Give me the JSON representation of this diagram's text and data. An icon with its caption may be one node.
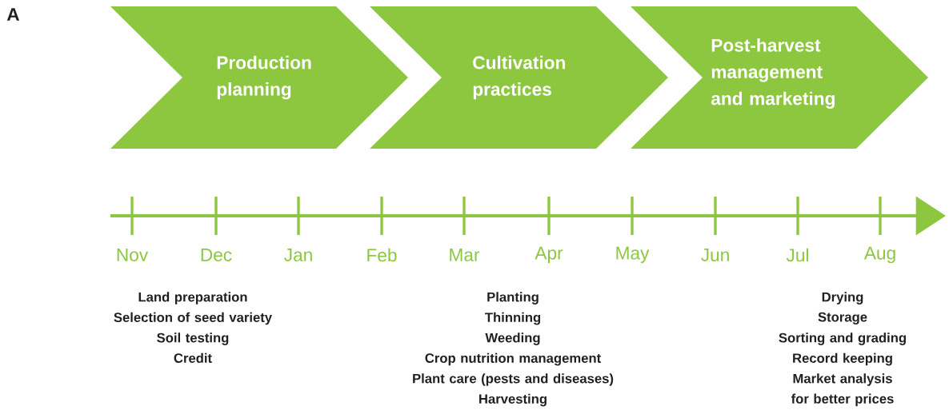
{
  "diagram": {
    "nodes": [
      {
        "text": [
          "Production planning"
        ]
      },
      {
        "text": [
          "Cultivation practices"
        ]
      },
      {
        "text": [
          "Post-harvest management and marketing"
        ]
      }
    ],
    "labels": [
      "A",
      "Nov",
      "Dec",
      "Jan",
      "Feb",
      "Mar",
      "Apr",
      "May",
      "Jun",
      "Jul",
      "Aug",
      "Land preparation",
      "Selection of seed variety",
      "Soil testing",
      "Credit",
      "Planting",
      "Thinning",
      "Weeding",
      "Crop nutrition management",
      "Plant care (pests and diseases)",
      "Harvesting",
      "Drying",
      "Storage",
      "Sorting and grading",
      "Record keeping",
      "Market analysis for better prices"
    ]
  }
}
